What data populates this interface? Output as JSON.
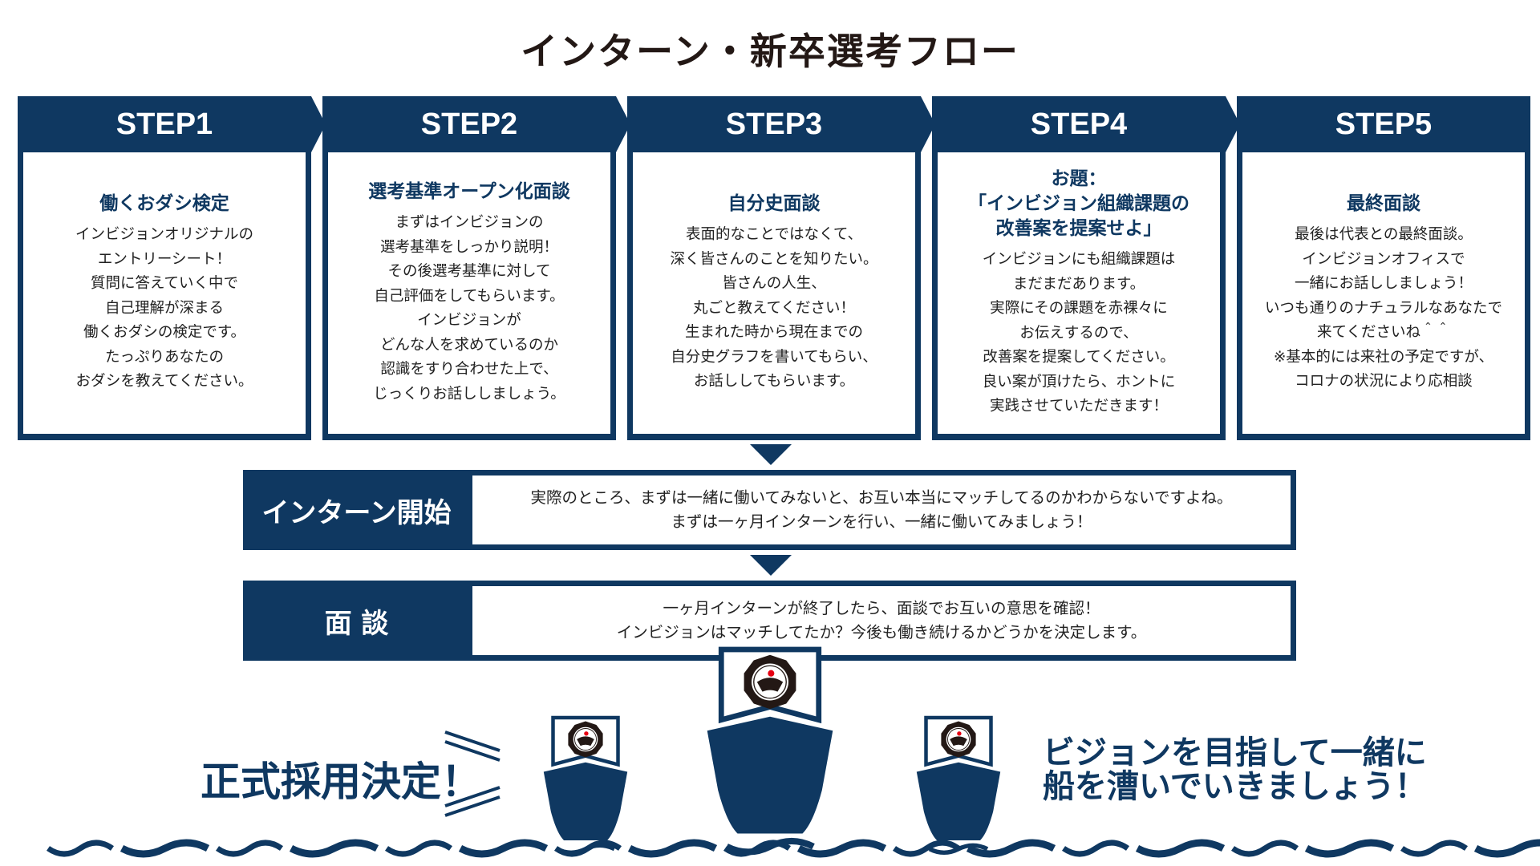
{
  "title": "インターン・新卒選考フロー",
  "colors": {
    "primary": "#0f3861",
    "title_text": "#231815",
    "logo_accent": "#e60012",
    "logo_dark": "#231815"
  },
  "steps": [
    {
      "label": "STEP1",
      "title": [
        "働くおダシ検定"
      ],
      "lines": [
        "インビジョンオリジナルの",
        "エントリーシート！",
        "質問に答えていく中で",
        "自己理解が深まる",
        "働くおダシの検定です。",
        "たっぷりあなたの",
        "おダシを教えてください。"
      ]
    },
    {
      "label": "STEP2",
      "title": [
        "選考基準オープン化面談"
      ],
      "lines": [
        "まずはインビジョンの",
        "選考基準をしっかり説明！",
        "その後選考基準に対して",
        "自己評価をしてもらいます。",
        "インビジョンが",
        "どんな人を求めているのか",
        "認識をすり合わせた上で、",
        "じっくりお話ししましょう。"
      ]
    },
    {
      "label": "STEP3",
      "title": [
        "自分史面談"
      ],
      "lines": [
        "表面的なことではなくて、",
        "深く皆さんのことを知りたい。",
        "皆さんの人生、",
        "丸ごと教えてください！",
        "生まれた時から現在までの",
        "自分史グラフを書いてもらい、",
        "お話ししてもらいます。"
      ]
    },
    {
      "label": "STEP4",
      "title": [
        "お題：",
        "「インビジョン組織課題の",
        "改善案を提案せよ」"
      ],
      "lines": [
        "インビジョンにも組織課題は",
        "まだまだあります。",
        "実際にその課題を赤裸々に",
        "お伝えするので、",
        "改善案を提案してください。",
        "良い案が頂けたら、ホントに",
        "実践させていただきます！"
      ]
    },
    {
      "label": "STEP5",
      "title": [
        "最終面談"
      ],
      "lines": [
        "最後は代表との最終面談。",
        "インビジョンオフィスで",
        "一緒にお話ししましょう！",
        "いつも通りのナチュラルなあなたで",
        "来てくださいね＾＾",
        "※基本的には来社の予定ですが、",
        "コロナの状況により応相談"
      ]
    }
  ],
  "intern": {
    "label": "インターン開始",
    "lines": [
      "実際のところ、まずは一緒に働いてみないと、お互い本当にマッチしてるのかわからないですよね。",
      "まずは一ヶ月インターンを行い、一緒に働いてみましょう！"
    ]
  },
  "interview": {
    "label": "面 談",
    "lines": [
      "一ヶ月インターンが終了したら、面談でお互いの意思を確認！",
      "インビジョンはマッチしてたか？今後も働き続けるかどうかを決定します。"
    ]
  },
  "hired": "正式採用決定！",
  "slogan": [
    "ビジョンを目指して一緒に",
    "船を漕いでいきましょう！"
  ],
  "icons": {
    "ship": "ship-icon",
    "logo": "company-logo-icon",
    "wave": "wave-icon",
    "arrow": "arrow-down-icon"
  }
}
